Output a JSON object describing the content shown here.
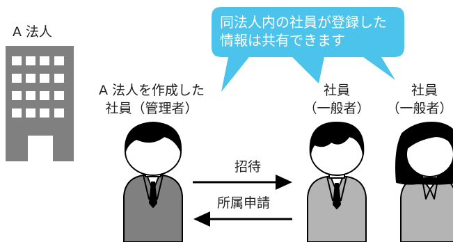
{
  "colors": {
    "bubble": "#4cc3ea",
    "building": "#808080",
    "window": "#ffffff",
    "suit_dark": "#808080",
    "suit_light": "#b4b4b4",
    "hair": "#000000",
    "outline": "#000000",
    "arrow": "#000000"
  },
  "company": {
    "label": "A 法人"
  },
  "bubble": {
    "line1": "同法人内の社員が登録した",
    "line2": "情報は共有できます"
  },
  "admin": {
    "line1": "A 法人を作成した",
    "line2": "社員（管理者）"
  },
  "member1": {
    "line1": "社員",
    "line2": "（一般者）"
  },
  "member2": {
    "line1": "社員",
    "line2": "（一般者）"
  },
  "arrows": {
    "invite": "招待",
    "request": "所属申請"
  }
}
